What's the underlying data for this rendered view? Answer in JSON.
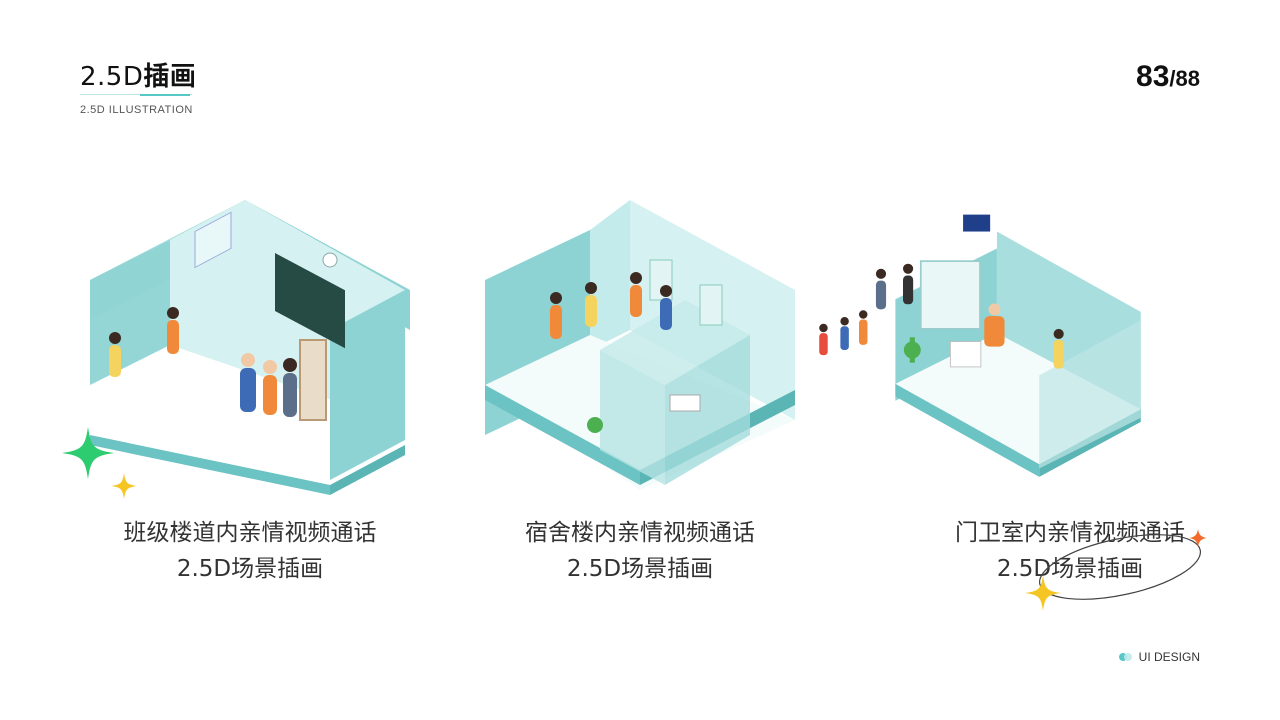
{
  "header": {
    "title_prefix": "2.5D",
    "title_main": "插画",
    "subtitle": "2.5D ILLUSTRATION"
  },
  "page": {
    "current": "83",
    "separator": "/",
    "total": "88"
  },
  "scenes": [
    {
      "caption_line1": "班级楼道内亲情视频通话",
      "caption_line2": "2.5D场景插画"
    },
    {
      "caption_line1": "宿舍楼内亲情视频通话",
      "caption_line2": "2.5D场景插画"
    },
    {
      "caption_line1": "门卫室内亲情视频通话",
      "caption_line2": "2.5D场景插画"
    }
  ],
  "footer": {
    "label": "UI DESIGN"
  },
  "colors": {
    "accent": "#57c8c8",
    "wall_dark": "#8ed3d3",
    "wall_light": "#cdeeee",
    "floor": "#ffffff",
    "green_star": "#2ecc71",
    "yellow_star": "#f5c623",
    "orange_star": "#f26b2a"
  }
}
